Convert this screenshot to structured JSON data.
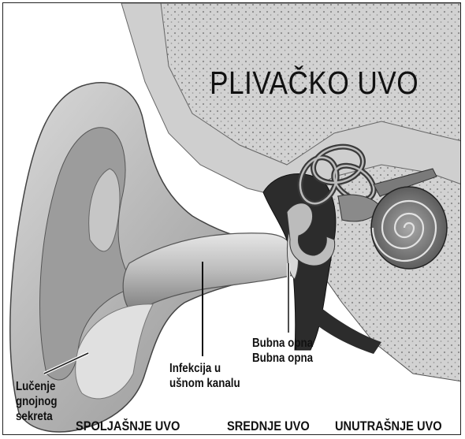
{
  "title": "PLIVAČKO UVO",
  "labels": {
    "discharge": [
      "Lučenje",
      "gnojnog",
      "sekreta"
    ],
    "infection": [
      "Infekcija u",
      "ušnom kanalu"
    ],
    "eardrum": [
      "Bubna opna",
      "Bubna opna"
    ]
  },
  "regions": {
    "outer": "SPOLJAŠNJE UVO",
    "middle": "SREDNJE UVO",
    "inner": "UNUTRAŠNJE UVO"
  },
  "colors": {
    "skin": "#b9b9b9",
    "skin_light": "#dedede",
    "skin_dark": "#6d6d6d",
    "bone": "#d4d4d4",
    "cavity": "#2c2c2c"
  }
}
